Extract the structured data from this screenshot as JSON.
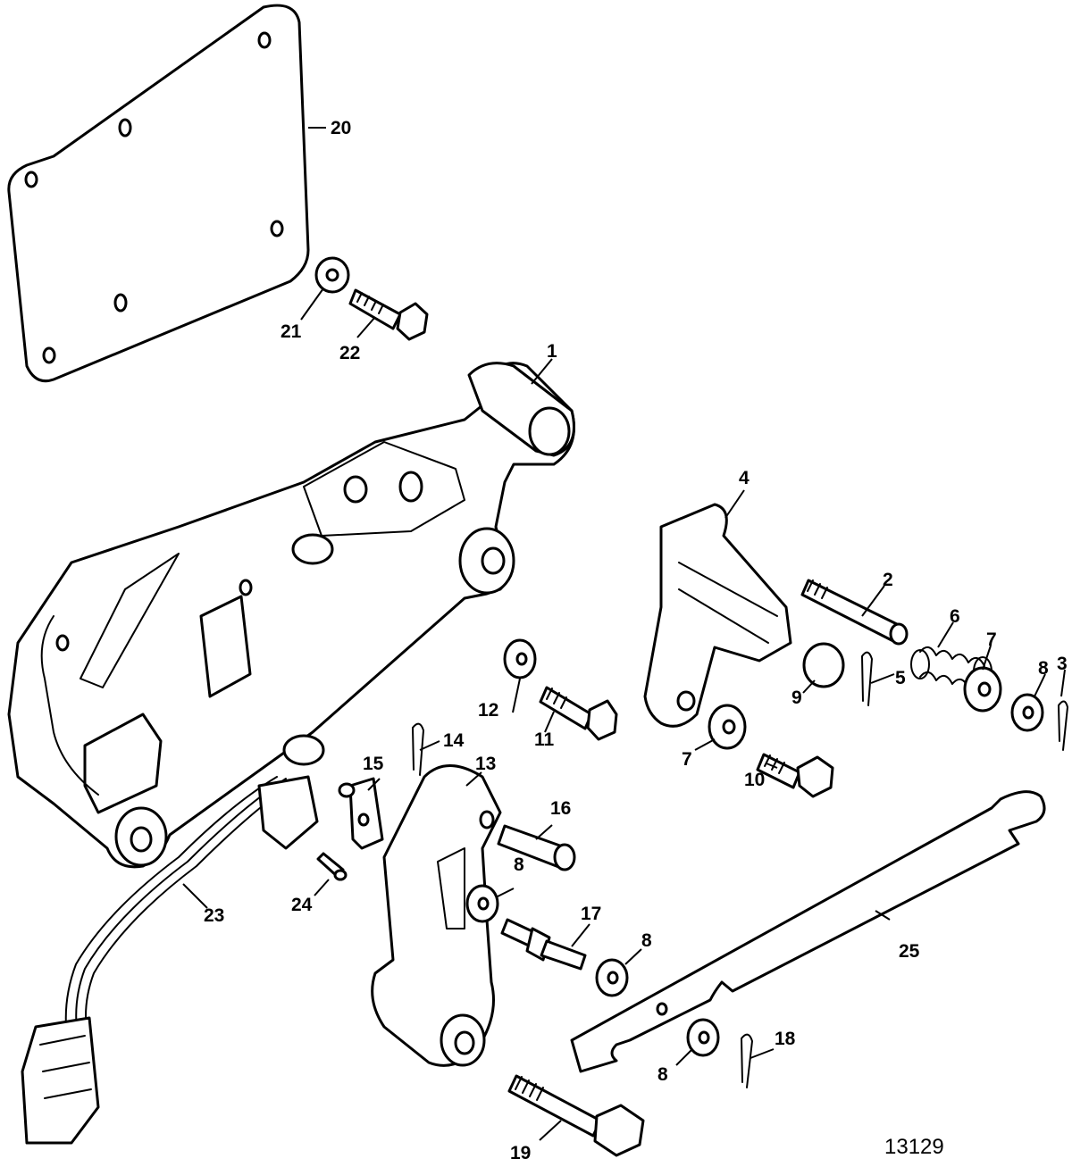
{
  "figure_id": "13129",
  "callouts": [
    "1",
    "2",
    "3",
    "4",
    "5",
    "6",
    "7",
    "7",
    "8",
    "8",
    "8",
    "8",
    "9",
    "10",
    "11",
    "12",
    "13",
    "14",
    "15",
    "16",
    "17",
    "18",
    "19",
    "20",
    "21",
    "22",
    "23",
    "24",
    "25"
  ]
}
